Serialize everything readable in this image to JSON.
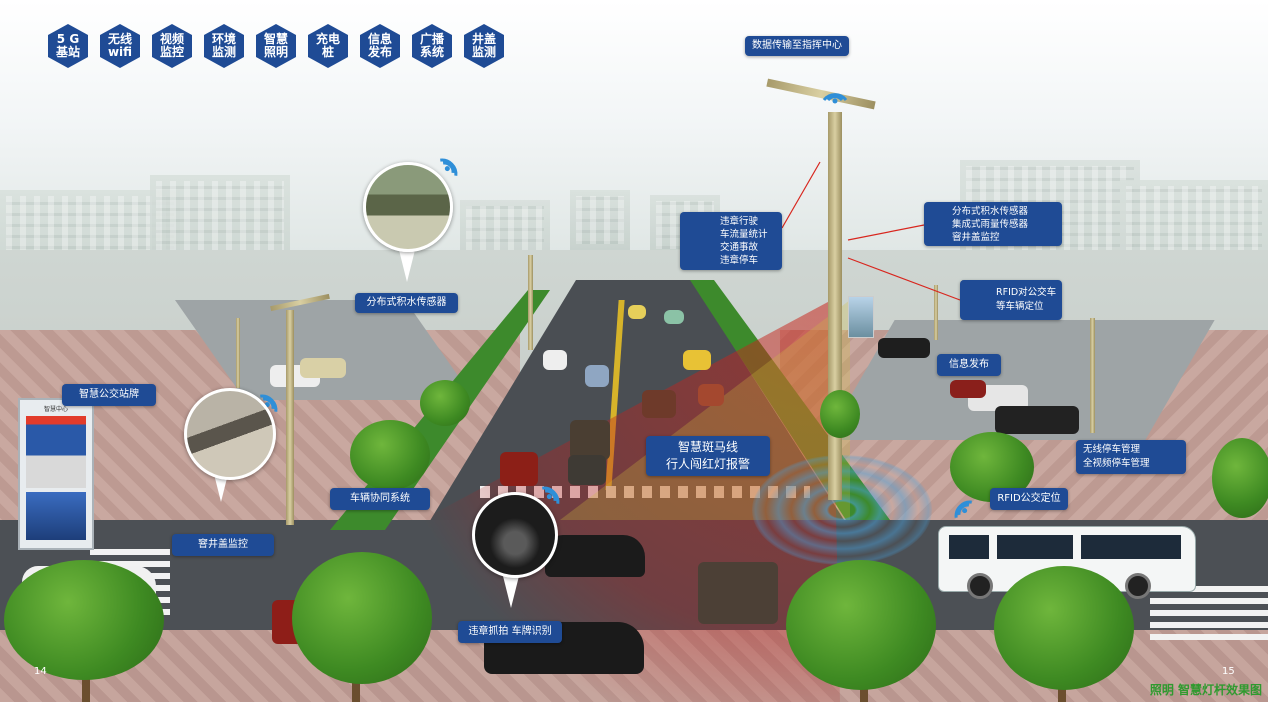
{
  "top_icons": [
    {
      "label": "5 G\n基站"
    },
    {
      "label": "无线\nwifi"
    },
    {
      "label": "视频\n监控"
    },
    {
      "label": "环境\n监测"
    },
    {
      "label": "智慧\n照明"
    },
    {
      "label": "充电\n桩"
    },
    {
      "label": "信息\n发布"
    },
    {
      "label": "广播\n系统"
    },
    {
      "label": "井盖\n监测"
    }
  ],
  "callouts": {
    "data_center": "数据传输至指挥中心",
    "violations": "违章行驶\n车流量统计\n交通事故\n违章停车",
    "sensors": "分布式积水传感器\n集成式雨量传感器\n窨井盖监控",
    "rfid_bus": "RFID对公交车\n等车辆定位",
    "water_sensor": "分布式积水传感器",
    "info_release": "信息发布",
    "smart_bus_stop": "智慧公交站牌",
    "smart_crossing": "智慧斑马线\n行人闯红灯报警",
    "parking": "无线停车管理\n全视频停车管理",
    "vehicle_coop": "车辆协同系统",
    "manhole": "窨井盖监控",
    "rfid_position": "RFID公交定位",
    "capture": "违章抓拍  车牌识别"
  },
  "kiosk_header": "智慧中心",
  "page_numbers": {
    "left": "14",
    "right": "15"
  },
  "brand_text": "照明 智慧灯杆效果图",
  "colors": {
    "label_bg": "#1f4b95",
    "wifi": "#2f8fd8",
    "brand": "#2f9a2f"
  }
}
